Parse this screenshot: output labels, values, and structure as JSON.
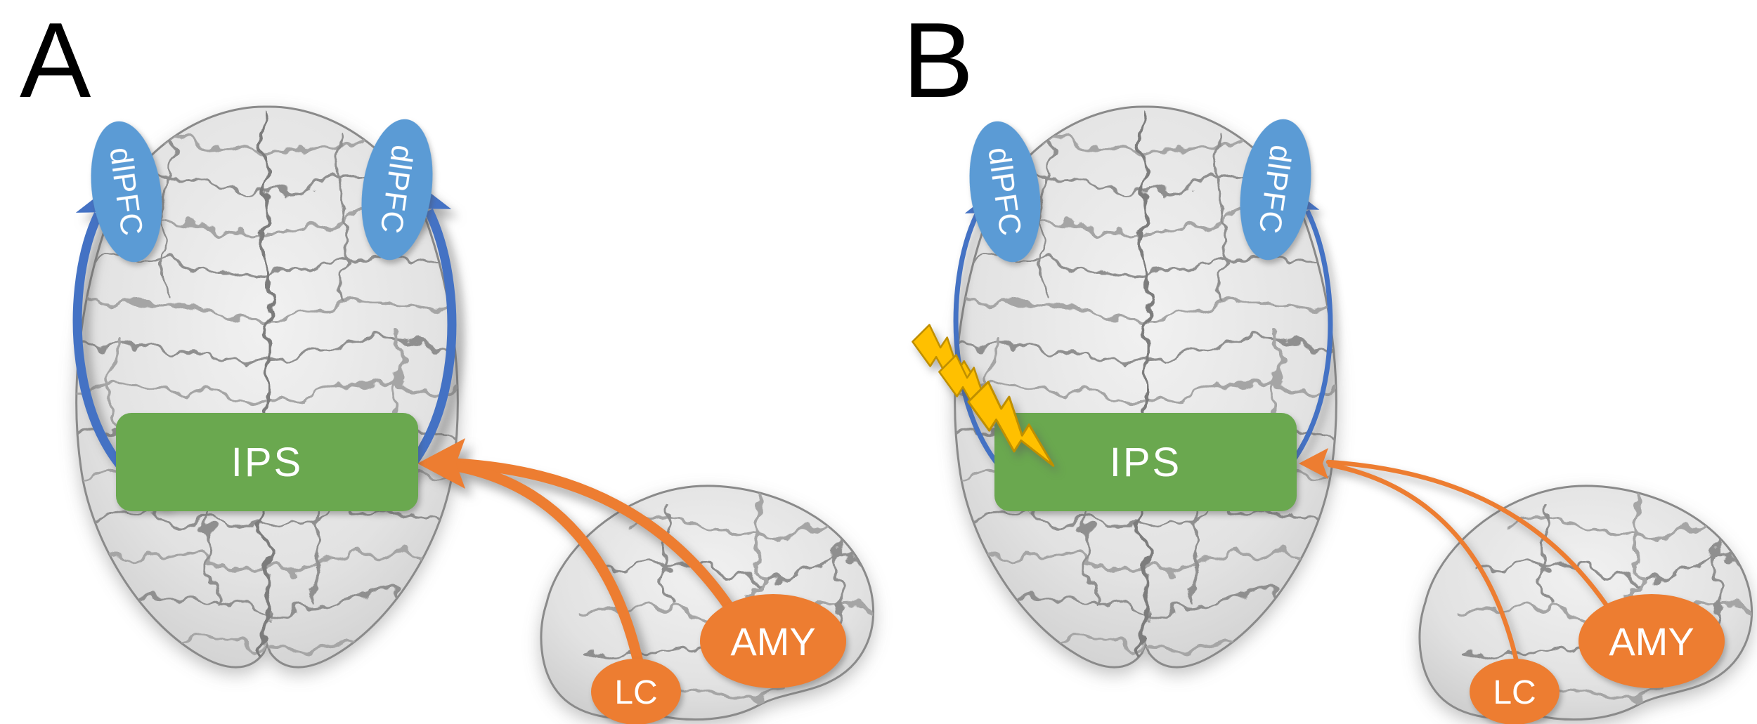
{
  "panels": [
    {
      "label": "A",
      "regions": {
        "dlpfc_left": "dlPFC",
        "dlpfc_right": "dlPFC",
        "ips": "IPS",
        "amy": "AMY",
        "lc": "LC"
      },
      "connections": [
        {
          "from": "IPS",
          "to": "dlPFC left",
          "color": "blue",
          "weight": "thick"
        },
        {
          "from": "IPS",
          "to": "dlPFC right",
          "color": "blue",
          "weight": "thick"
        },
        {
          "from": "LC",
          "to": "IPS",
          "color": "orange",
          "weight": "thick"
        },
        {
          "from": "AMY",
          "to": "IPS",
          "color": "orange",
          "weight": "thick"
        }
      ],
      "stimulation_bolts": 0
    },
    {
      "label": "B",
      "regions": {
        "dlpfc_left": "dlPFC",
        "dlpfc_right": "dlPFC",
        "ips": "IPS",
        "amy": "AMY",
        "lc": "LC"
      },
      "connections": [
        {
          "from": "IPS",
          "to": "dlPFC left",
          "color": "blue",
          "weight": "thin"
        },
        {
          "from": "IPS",
          "to": "dlPFC right",
          "color": "blue",
          "weight": "thin"
        },
        {
          "from": "LC",
          "to": "IPS",
          "color": "orange",
          "weight": "thin"
        },
        {
          "from": "AMY",
          "to": "IPS",
          "color": "orange",
          "weight": "thin"
        }
      ],
      "stimulation_bolts": 3
    }
  ],
  "colors": {
    "dlpfc_fill": "#5b9bd5",
    "blue_arrow": "#4472c4",
    "ips_fill": "#6aa84f",
    "orange": "#ed7d31",
    "bolt_fill": "#ffc000",
    "bolt_stroke": "#bf8f00",
    "panel_label": "#000000",
    "brain_light": "#f0f0f0",
    "brain_dark": "#cfcfcf",
    "background": "#ffffff"
  }
}
